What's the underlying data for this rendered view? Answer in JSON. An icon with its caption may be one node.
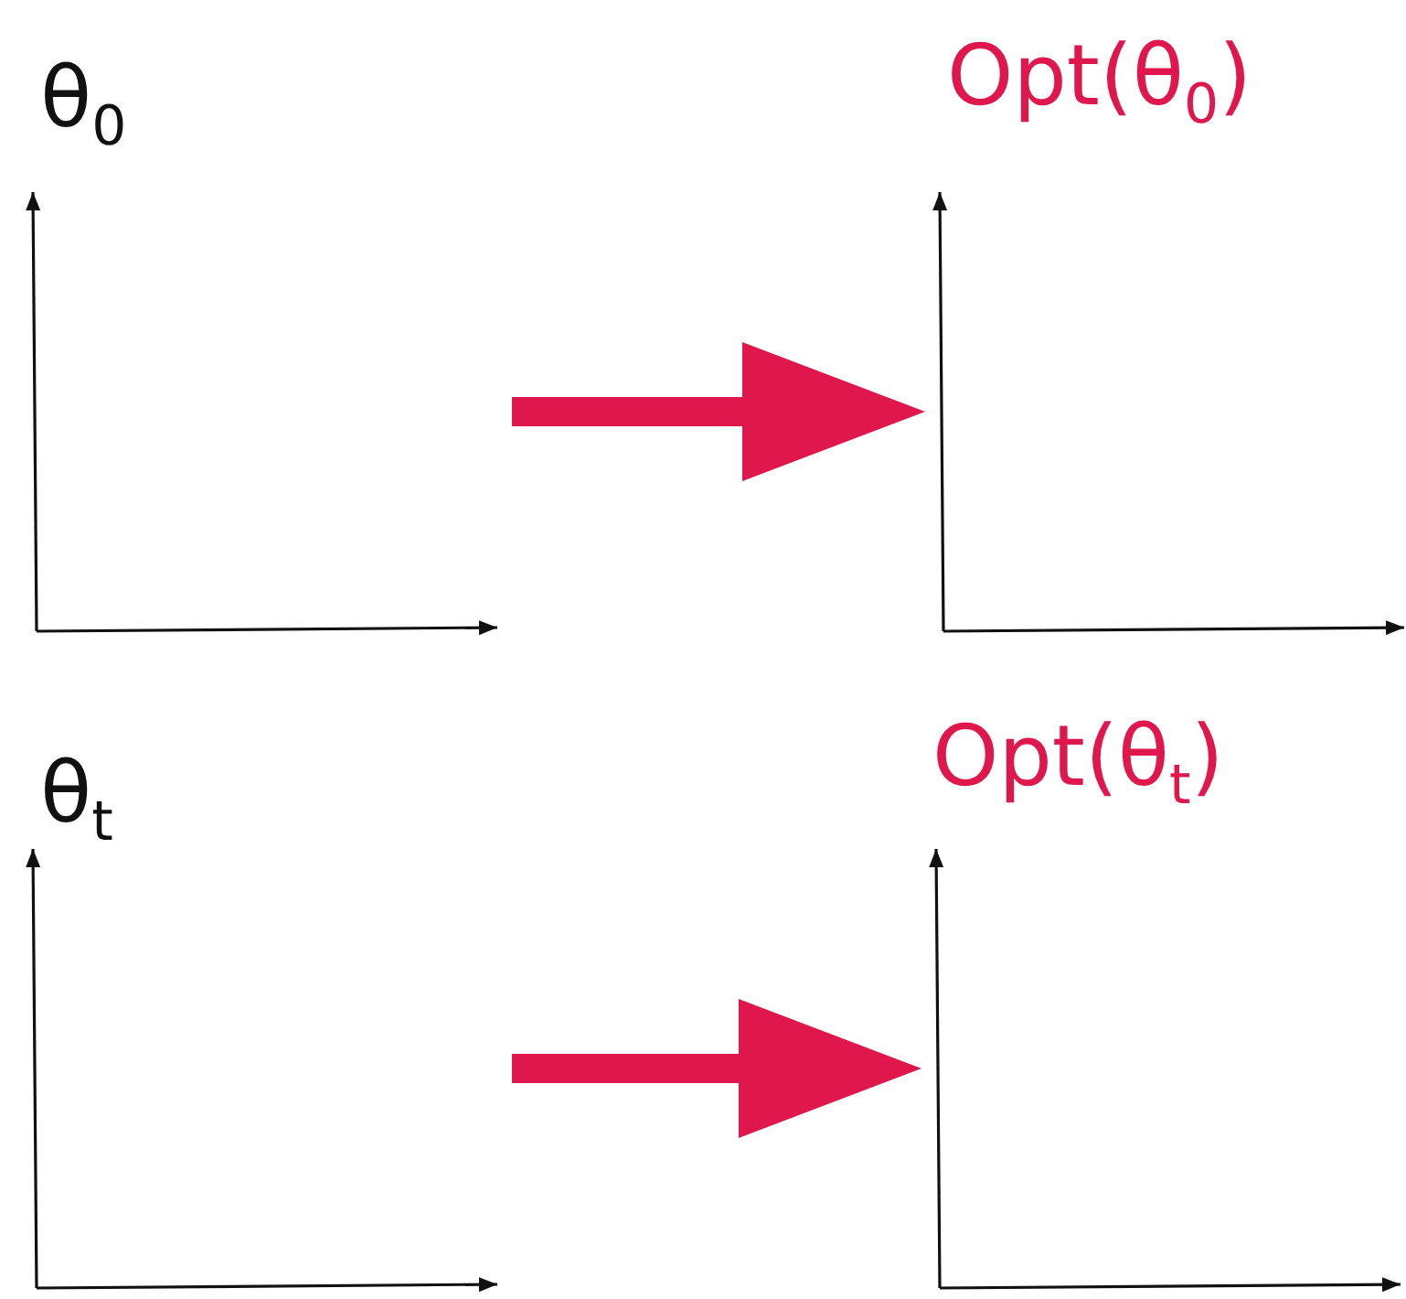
{
  "diagram": {
    "nodes": [
      {
        "text": [
          "θ$_{0}$"
        ]
      },
      {
        "text": [
          "Opt(θ$_{0}$)"
        ]
      },
      {
        "text": [
          "θ$_{t}$"
        ]
      },
      {
        "text": [
          "Opt(θ$_{t}$)"
        ]
      }
    ],
    "edges": [
      {
        "from": 0,
        "to": 1,
        "arrow": "to",
        "style": "thick"
      },
      {
        "from": 2,
        "to": 3,
        "arrow": "to",
        "style": "thick"
      }
    ]
  }
}
